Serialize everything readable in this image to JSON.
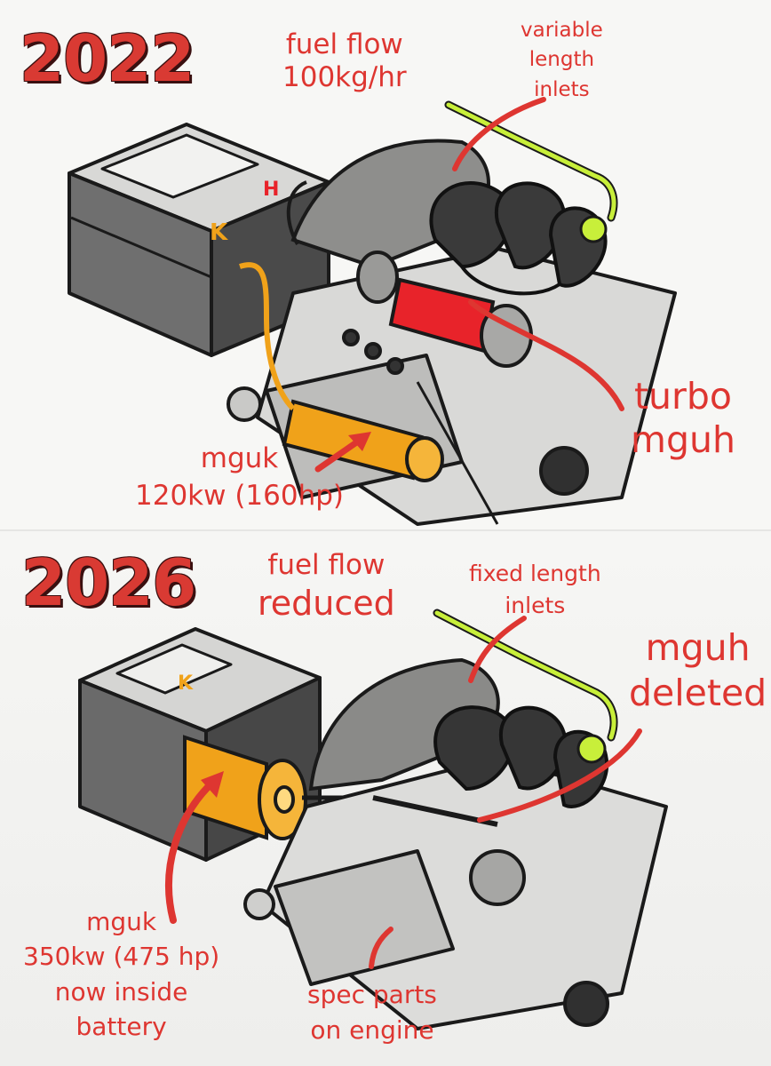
{
  "colors": {
    "label_red": "#de3631",
    "year_red": "#d93a33",
    "turbo_red": "#e8232a",
    "mguk_orange": "#f0a21a",
    "inlet_green": "#c8ef3a",
    "battery_gray": "#8c8c8c"
  },
  "panel_2022": {
    "year": "2022",
    "fuel_flow": [
      "fuel flow",
      "100kg/hr"
    ],
    "inlets": [
      "variable",
      "length",
      "inlets"
    ],
    "turbo": [
      "turbo",
      "mguh"
    ],
    "mguk": [
      "mguk",
      "120kw (160hp)"
    ],
    "battery_markings": [
      "K",
      "H"
    ]
  },
  "panel_2026": {
    "year": "2026",
    "fuel_flow": [
      "fuel flow",
      "reduced"
    ],
    "inlets": [
      "fixed length",
      "inlets"
    ],
    "mguh": [
      "mguh",
      "deleted"
    ],
    "mguk": [
      "mguk",
      "350kw (475 hp)",
      "now inside",
      "battery"
    ],
    "spec_parts": [
      "spec parts",
      "on engine"
    ],
    "battery_markings": [
      "K"
    ]
  },
  "icons": [
    "battery-icon",
    "turbo-icon",
    "mguk-motor-icon",
    "exhaust-icon",
    "inlet-pipe-icon",
    "arrow-icon"
  ]
}
